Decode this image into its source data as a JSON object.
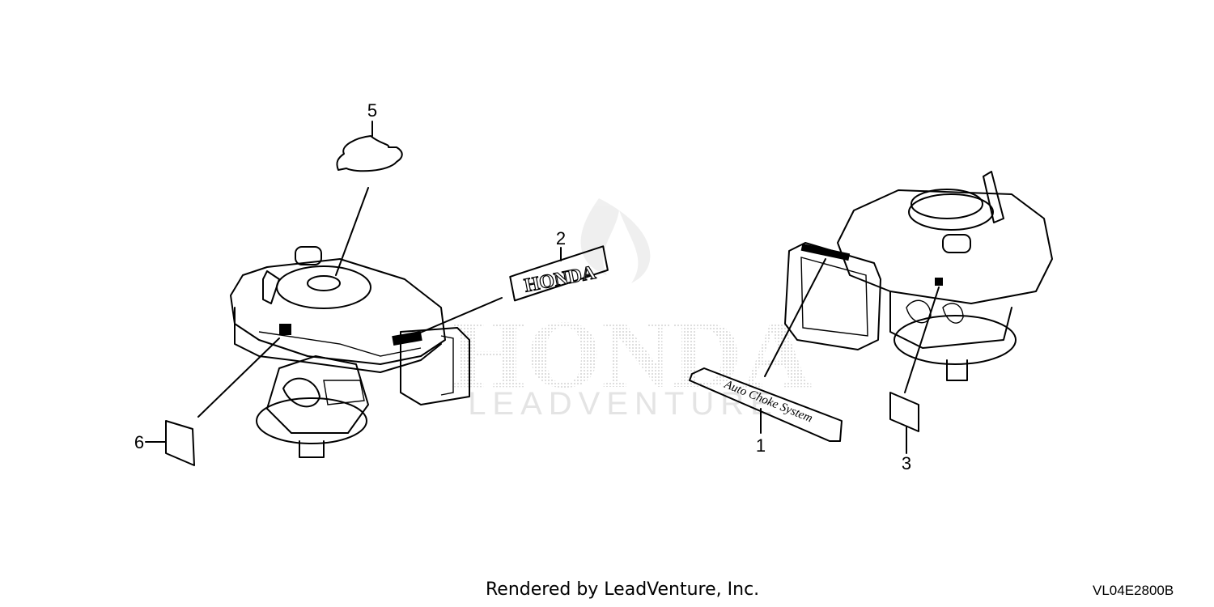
{
  "diagram": {
    "callouts": [
      {
        "id": "1",
        "label": "1"
      },
      {
        "id": "2",
        "label": "2"
      },
      {
        "id": "3",
        "label": "3"
      },
      {
        "id": "5",
        "label": "5"
      },
      {
        "id": "6",
        "label": "6"
      }
    ],
    "decals": {
      "honda_text": "HONDA",
      "auto_choke_text": "Auto Choke System"
    },
    "watermark": {
      "brand": "HONDA",
      "sub": "LEADVENTURE"
    }
  },
  "footer": {
    "credit": "Rendered by LeadVenture, Inc.",
    "diagram_code": "VL04E2800B"
  },
  "colors": {
    "line": "#000000",
    "watermark": "#d9d9d9",
    "background": "#ffffff"
  }
}
